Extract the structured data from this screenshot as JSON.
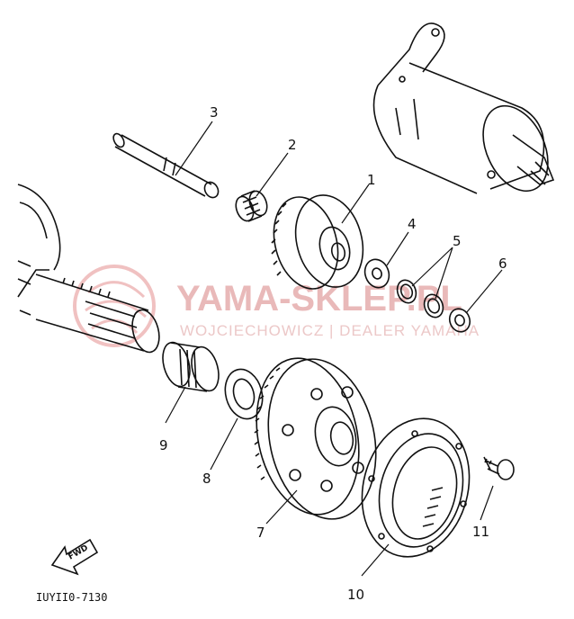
{
  "watermark": {
    "brand": "YAMA-SKLEP.PL",
    "subtitle": "WOJCIECHOWICZ | DEALER YAMAHA"
  },
  "callouts": [
    "1",
    "2",
    "3",
    "4",
    "5",
    "6",
    "7",
    "8",
    "9",
    "10",
    "11"
  ],
  "fwd_label": "FWD",
  "diagram_code": "IUYII0-7130"
}
